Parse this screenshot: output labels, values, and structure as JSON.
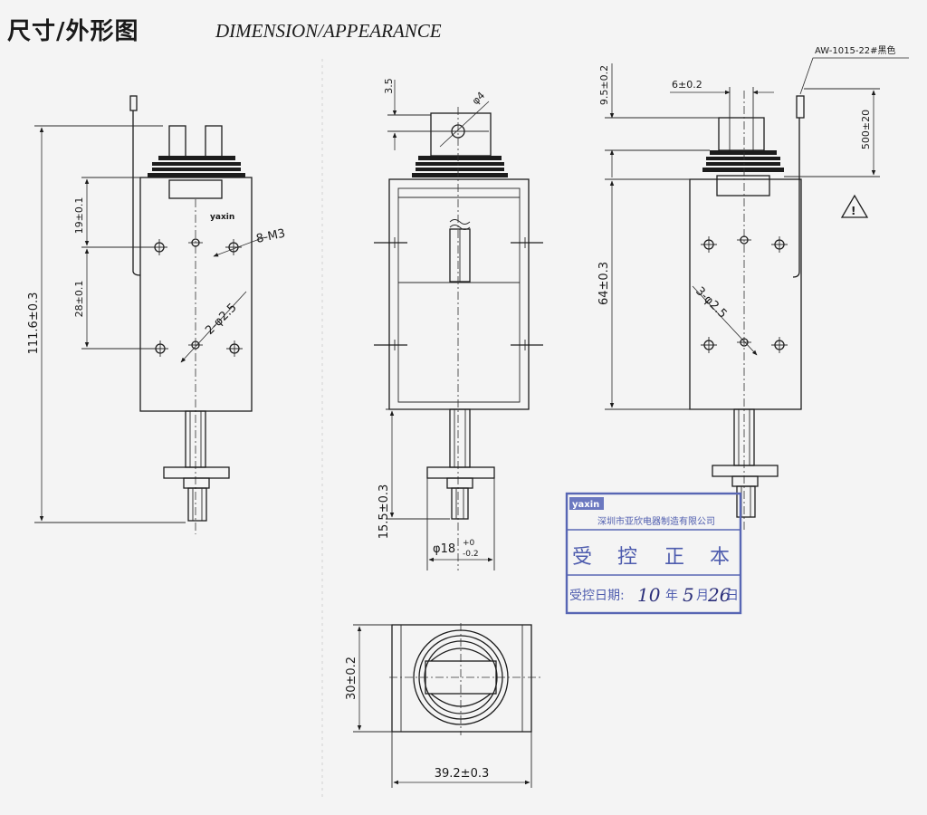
{
  "title": {
    "zh": "尺寸/外形图",
    "en": "DIMENSION/APPEARANCE"
  },
  "left_view": {
    "brand": "yaxin",
    "height_total": "111.6±0.3",
    "dim_top_hole": "19±0.1",
    "dim_hole_spacing": "28±0.1",
    "callout_m3": "8-M3",
    "callout_hole": "2-φ2.5"
  },
  "middle_view": {
    "dim_top": "3.5",
    "callout_hole": "φ4",
    "dim_bottom": "15.5±0.3",
    "dim_diameter_main": "φ18",
    "dim_diameter_tol_upper": "+0",
    "dim_diameter_tol_lower": "-0.2"
  },
  "right_view": {
    "wire_label": "AW-1015-22#黑色",
    "dim_nut": "6±0.2",
    "dim_top": "9.5±0.2",
    "dim_wire": "500±20",
    "dim_body": "64±0.3",
    "callout_hole": "3-φ2.5",
    "warning_mark": "!"
  },
  "bottom_view": {
    "dim_height": "30±0.2",
    "dim_width": "39.2±0.3"
  },
  "stamp": {
    "brand": "yaxin",
    "company": "深圳市亚欣电器制造有限公司",
    "status": [
      "受",
      "控",
      "正",
      "本"
    ],
    "date_label": "受控日期:",
    "date_year": "10",
    "date_year_unit": "年",
    "date_month": "5",
    "date_month_unit": "月",
    "date_day": "26",
    "date_day_unit": "日"
  },
  "colors": {
    "ink": "#1c1c1c",
    "stamp": "#5866b4",
    "paper": "#f4f4f4"
  }
}
